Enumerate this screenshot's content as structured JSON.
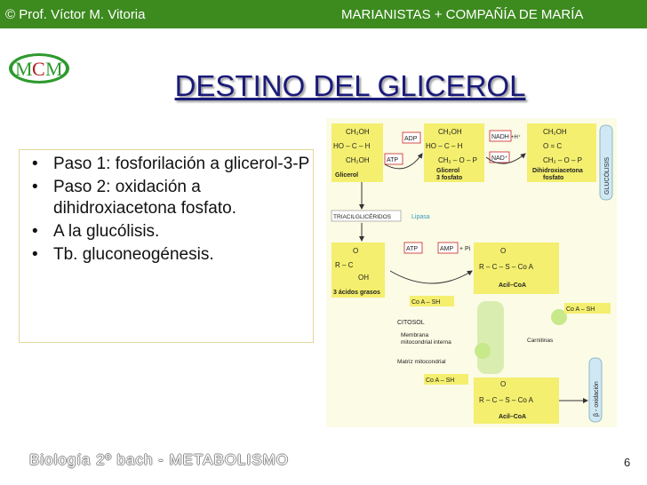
{
  "header": {
    "left_text": "© Prof. Víctor M. Vitoria",
    "right_text": "MARIANISTAS + COMPAÑÍA DE MARÍA"
  },
  "logo": {
    "text": "MCM"
  },
  "slide": {
    "title": "DESTINO DEL GLICEROL",
    "bullets": [
      "Paso 1: fosforilación a glicerol-3-P",
      "Paso 2: oxidación a dihidroxiacetona fosfato.",
      "A la glucólisis.",
      "Tb. gluconeogénesis."
    ]
  },
  "diagram": {
    "top_row": {
      "glicerol_formula": [
        "CH₂OH",
        "HO – C – H",
        "CH₂OH"
      ],
      "glicerol_label": "Glicerol",
      "g3p_formula": [
        "CH₂OH",
        "HO – C – H",
        "CH₂ – O – P"
      ],
      "g3p_label": [
        "Glicerol",
        "3 fosfato"
      ],
      "dhap_formula": [
        "CH₂OH",
        "O = C",
        "CH₂ – O – P"
      ],
      "dhap_label": [
        "Dihidroxiacetona",
        "fosfato"
      ],
      "adp": "ADP",
      "atp": "ATP",
      "nadh": "NADH",
      "hplus": "+H⁺",
      "nad": "NAD⁺",
      "glucolisis": "GLUCÓLISIS"
    },
    "triacil": "TRIACILGLICÉRIDOS",
    "lipasa": "Lipasa",
    "acidos_label": "3 ácidos grasos",
    "acid_formula": [
      "O",
      "R – C",
      "OH"
    ],
    "atp2": "ATP",
    "amp": "AMP",
    "pi": "+ Pi",
    "acilcoa_formula": [
      "O",
      "R – C – S – Co A"
    ],
    "acilcoa_label": "Acil–CoA",
    "coash_1": "Co A – SH",
    "coash_2": "Co A – SH",
    "coash_3": "Co A – SH",
    "citosol": "CITOSOL",
    "membrana": [
      "Membrana",
      "mitocondrial interna"
    ],
    "carnitinas": "Carnitinas",
    "matriz": "Matriz mitocondrial",
    "acilcoa2_formula": [
      "O",
      "R – C – S – Co A"
    ],
    "acilcoa2_label": "Acil–CoA",
    "beta_ox": "β - oxidación"
  },
  "footer": {
    "left_text": "Biología 2º bach - METABOLISMO",
    "page_number": "6"
  },
  "colors": {
    "header_bg": "#3d8a1f",
    "title_color": "#1a1a7a",
    "diagram_box": "#f4ef6e",
    "logo_green": "#2e9a2e",
    "logo_red": "#b01e1e"
  }
}
